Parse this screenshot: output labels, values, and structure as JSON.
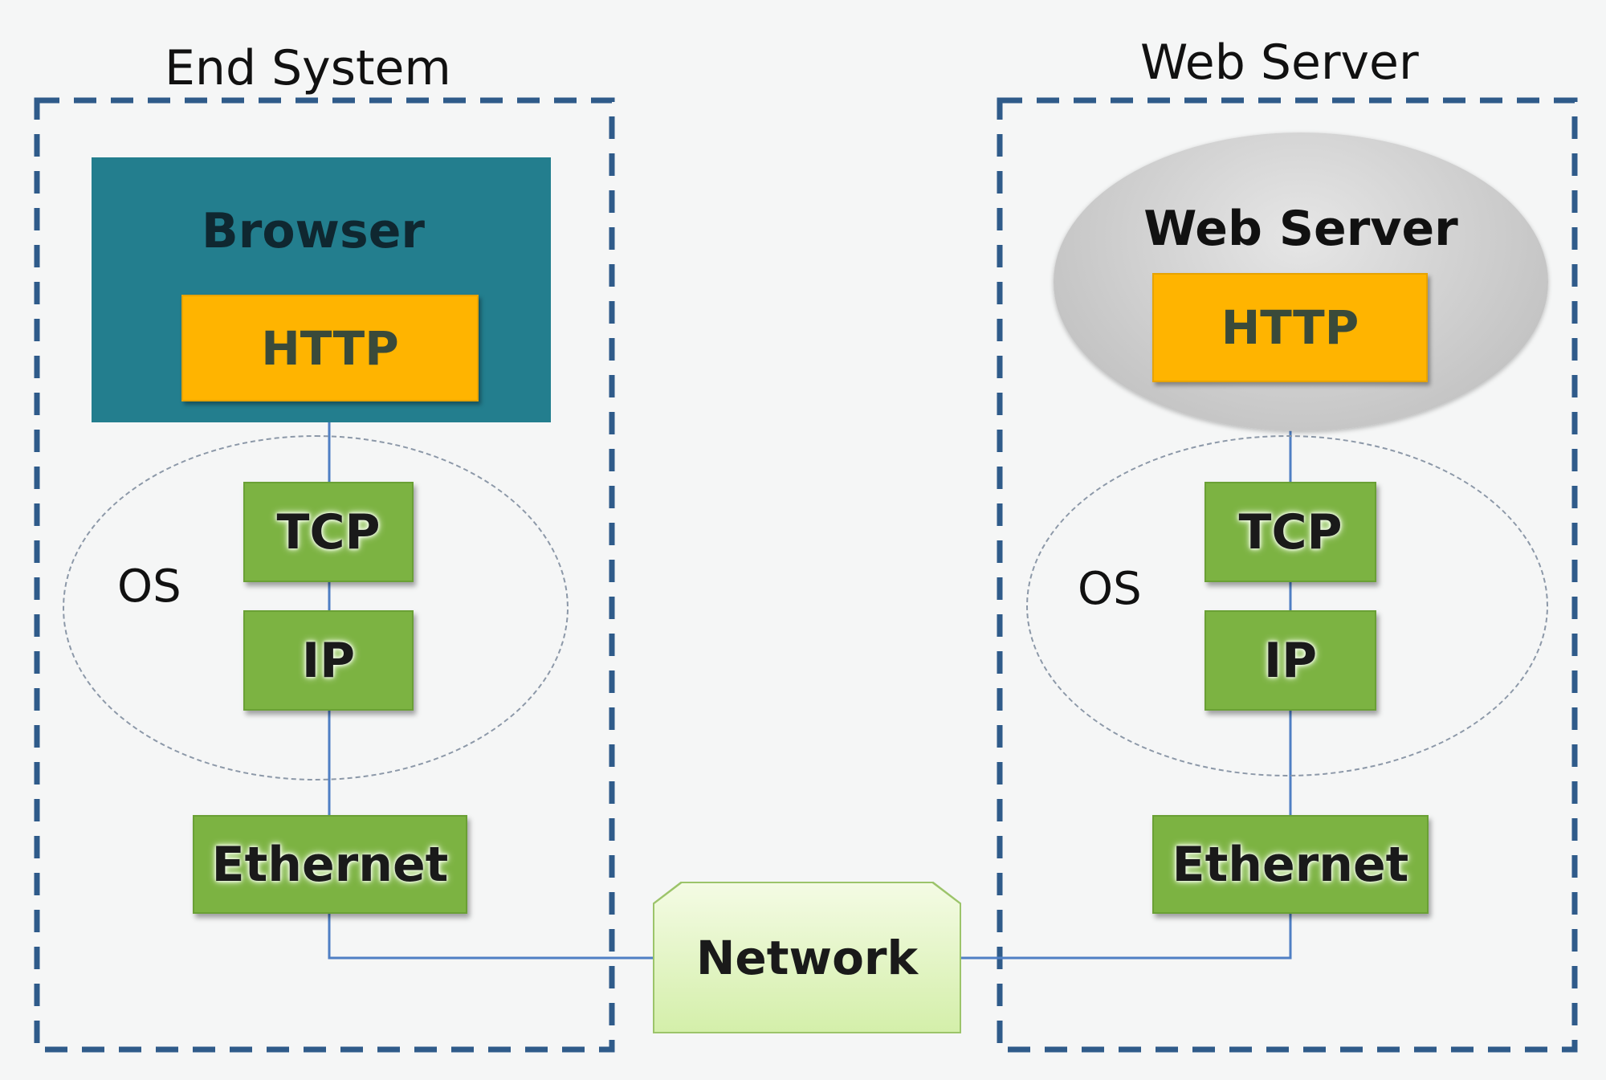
{
  "end_system": {
    "title": "End System",
    "app_label": "Browser",
    "http": "HTTP",
    "os_label": "OS",
    "tcp": "TCP",
    "ip": "IP",
    "ethernet": "Ethernet"
  },
  "web_server": {
    "title": "Web Server",
    "app_label": "Web Server",
    "http": "HTTP",
    "os_label": "OS",
    "tcp": "TCP",
    "ip": "IP",
    "ethernet": "Ethernet"
  },
  "network": {
    "label": "Network"
  },
  "colors": {
    "browser": "#237e8e",
    "http": "#ffb400",
    "layer": "#7cb342",
    "network": "#d4efaa",
    "boundary": "#2f5b8a",
    "connector": "#4f7fc4"
  }
}
